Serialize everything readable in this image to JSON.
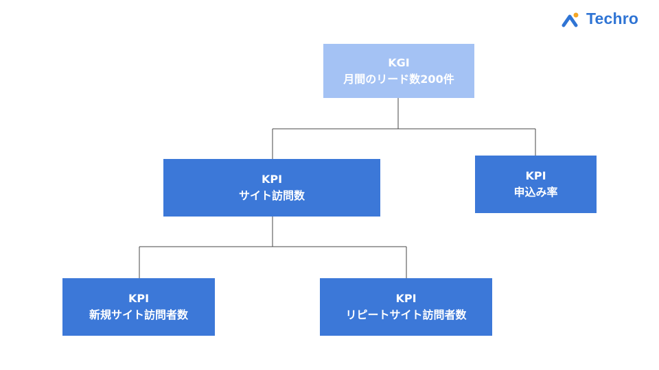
{
  "brand": {
    "name": "Techro",
    "color": "#2f74d4",
    "icon": "techro-logo-mark-icon"
  },
  "colors": {
    "kgi_fill": "#a4c2f4",
    "kpi_fill": "#3c78d8",
    "connector": "#444444",
    "text": "#ffffff"
  },
  "nodes": {
    "kgi": {
      "title": "KGI",
      "label": "月間のリード数200件"
    },
    "kpi_visits": {
      "title": "KPI",
      "label": "サイト訪問数"
    },
    "kpi_rate": {
      "title": "KPI",
      "label": "申込み率"
    },
    "kpi_new": {
      "title": "KPI",
      "label": "新規サイト訪問者数"
    },
    "kpi_repeat": {
      "title": "KPI",
      "label": "リピートサイト訪問者数"
    }
  },
  "edges": [
    {
      "from": "kgi",
      "to": "kpi_visits"
    },
    {
      "from": "kgi",
      "to": "kpi_rate"
    },
    {
      "from": "kpi_visits",
      "to": "kpi_new"
    },
    {
      "from": "kpi_visits",
      "to": "kpi_repeat"
    }
  ]
}
